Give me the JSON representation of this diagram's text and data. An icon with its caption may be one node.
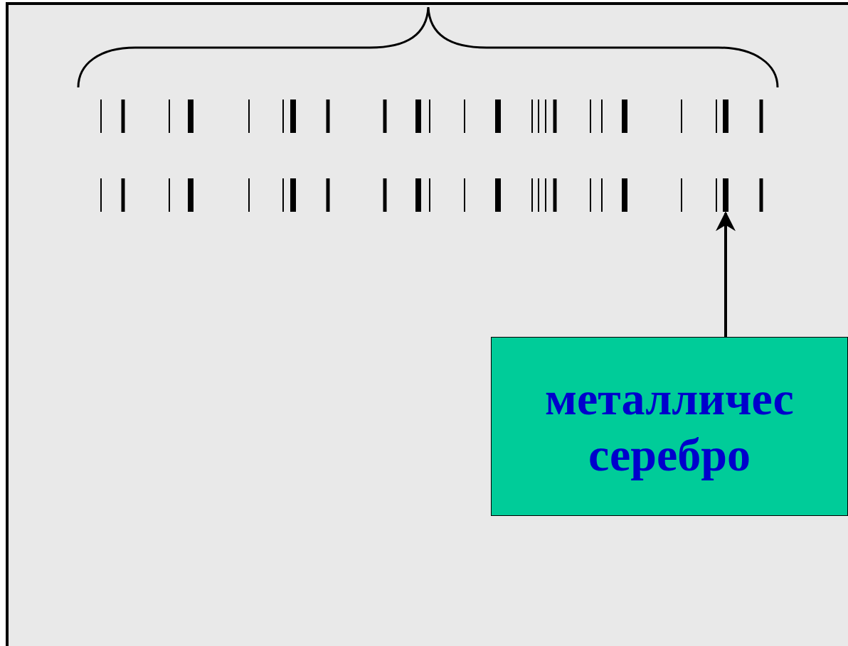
{
  "diagram": {
    "nodes": [
      {
        "text": [
          "металличес серебро"
        ]
      },
      {
        "text": [],
        "shape": "bar"
      }
    ],
    "edges": [
      {
        "from": 0,
        "to": 1,
        "arrow": "to"
      }
    ]
  }
}
